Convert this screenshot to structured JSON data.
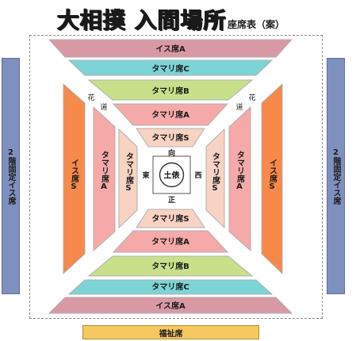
{
  "title": "大相撲 入間場所",
  "subtitle": "座席表（案）",
  "colors": {
    "isu_a": "#d999a4",
    "tamari_c": "#7dd4d6",
    "tamari_b": "#c8e08a",
    "tamari_a": "#f6a9a9",
    "tamari_s": "#f8d2c2",
    "isu_s": "#f7894a",
    "fixed": "#8090be",
    "fukushi": "#f5c862"
  },
  "seats": {
    "top_isu_a": "イス席A",
    "top_tamari_c": "タマリ席C",
    "top_tamari_b": "タマリ席B",
    "top_tamari_a": "タマリ席A",
    "top_tamari_s": "タマリ席S",
    "bottom_tamari_s": "タマリ席S",
    "bottom_tamari_a": "タマリ席A",
    "bottom_tamari_b": "タマリ席B",
    "bottom_tamari_c": "タマリ席C",
    "bottom_isu_a": "イス席A",
    "left_isu_s": "イス席S",
    "left_tamari_a": "タマリ席A",
    "left_tamari_s": "タマリ席S",
    "right_tamari_s": "タマリ席S",
    "right_tamari_a": "タマリ席A",
    "right_isu_s": "イス席S"
  },
  "center": {
    "dohyo": "土俵",
    "north": "向",
    "south": "正",
    "west": "東",
    "east": "西"
  },
  "hanamichi": {
    "left_top": "花",
    "left_bottom": "道",
    "right_top": "花",
    "right_bottom": "道"
  },
  "outer": {
    "left_fixed": "2階固定イス席",
    "right_fixed": "2階固定イス席",
    "fukushi": "福祉席"
  }
}
